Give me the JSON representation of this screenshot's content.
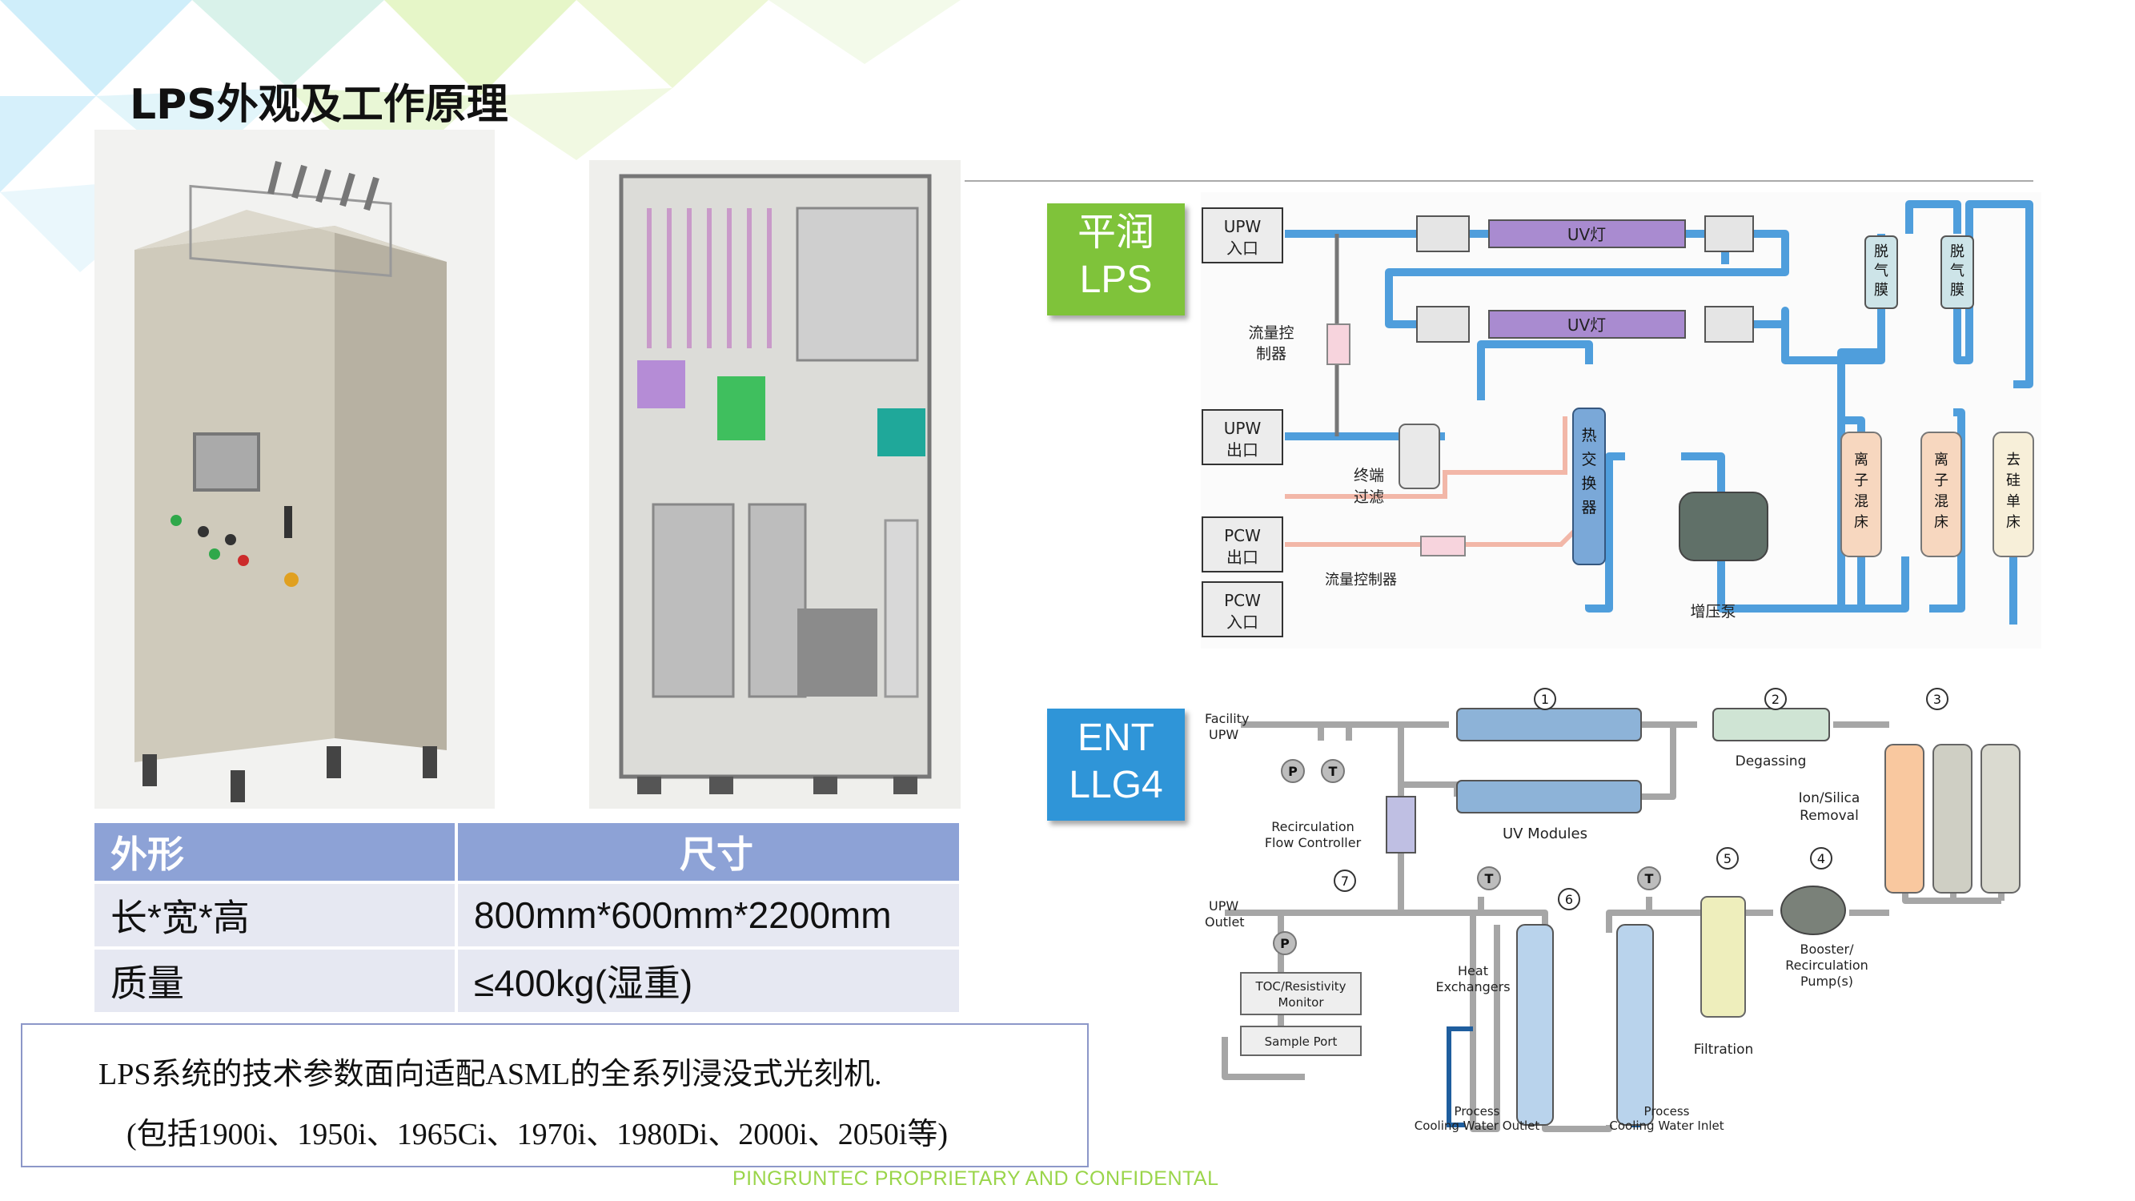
{
  "page": {
    "title": "LPS外观及工作原理",
    "footer": "PINGRUNTEC PROPRIETARY AND CONFIDENTAL"
  },
  "badges": [
    {
      "line1": "平润",
      "line2": "LPS",
      "color": "#7fc33a"
    },
    {
      "line1": "ENT",
      "line2": "LLG4",
      "color": "#2f95d8"
    }
  ],
  "spec_table": {
    "headers": [
      "外形",
      "尺寸"
    ],
    "rows": [
      [
        "长*宽*高",
        "800mm*600mm*2200mm"
      ],
      [
        "质量",
        "≤400kg(湿重)"
      ]
    ]
  },
  "note": {
    "line1": "LPS系统的技术参数面向适配ASML的全系列浸没式光刻机.",
    "line2": "(包括1900i、1950i、1965Ci、1970i、1980Di、2000i、2050i等)"
  },
  "lps_diagram": {
    "upw_in": [
      "UPW",
      "入口"
    ],
    "upw_out": [
      "UPW",
      "出口"
    ],
    "pcw_out": [
      "PCW",
      "出口"
    ],
    "pcw_in": [
      "PCW",
      "入口"
    ],
    "uv_lamp": "UV灯",
    "flow_controller_a": [
      "流量控",
      "制器"
    ],
    "flow_controller_b": "流量控制器",
    "terminal_filter": [
      "终端",
      "过滤"
    ],
    "heat_exchanger": [
      "热",
      "交",
      "换",
      "器"
    ],
    "booster_pump": "增压泵",
    "degas_membrane": [
      "脱",
      "气",
      "膜"
    ],
    "ion_mixed_bed": [
      "离",
      "子",
      "混",
      "床"
    ],
    "silica_bed": [
      "去",
      "硅",
      "单",
      "床"
    ]
  },
  "llg4_diagram": {
    "facility_upw": [
      "Facility",
      "UPW"
    ],
    "upw_outlet": [
      "UPW",
      "Outlet"
    ],
    "recirc_flow_controller": [
      "Recirculation",
      "Flow Controller"
    ],
    "uv_modules": "UV Modules",
    "degassing": "Degassing",
    "ion_silica_removal": [
      "Ion/Silica",
      "Removal"
    ],
    "toc_monitor": [
      "TOC/Resistivity",
      "Monitor"
    ],
    "sample_port": "Sample Port",
    "heat_exchangers": [
      "Heat",
      "Exchangers"
    ],
    "filtration": "Filtration",
    "booster_pump": [
      "Booster/",
      "Recirculation",
      "Pump(s)"
    ],
    "cw_outlet": [
      "Process",
      "Cooling Water Outlet"
    ],
    "cw_inlet": [
      "Process",
      "Cooling Water Inlet"
    ],
    "gauge_p": "P",
    "gauge_t": "T",
    "step_numbers": [
      "1",
      "2",
      "3",
      "4",
      "5",
      "6",
      "7"
    ]
  }
}
